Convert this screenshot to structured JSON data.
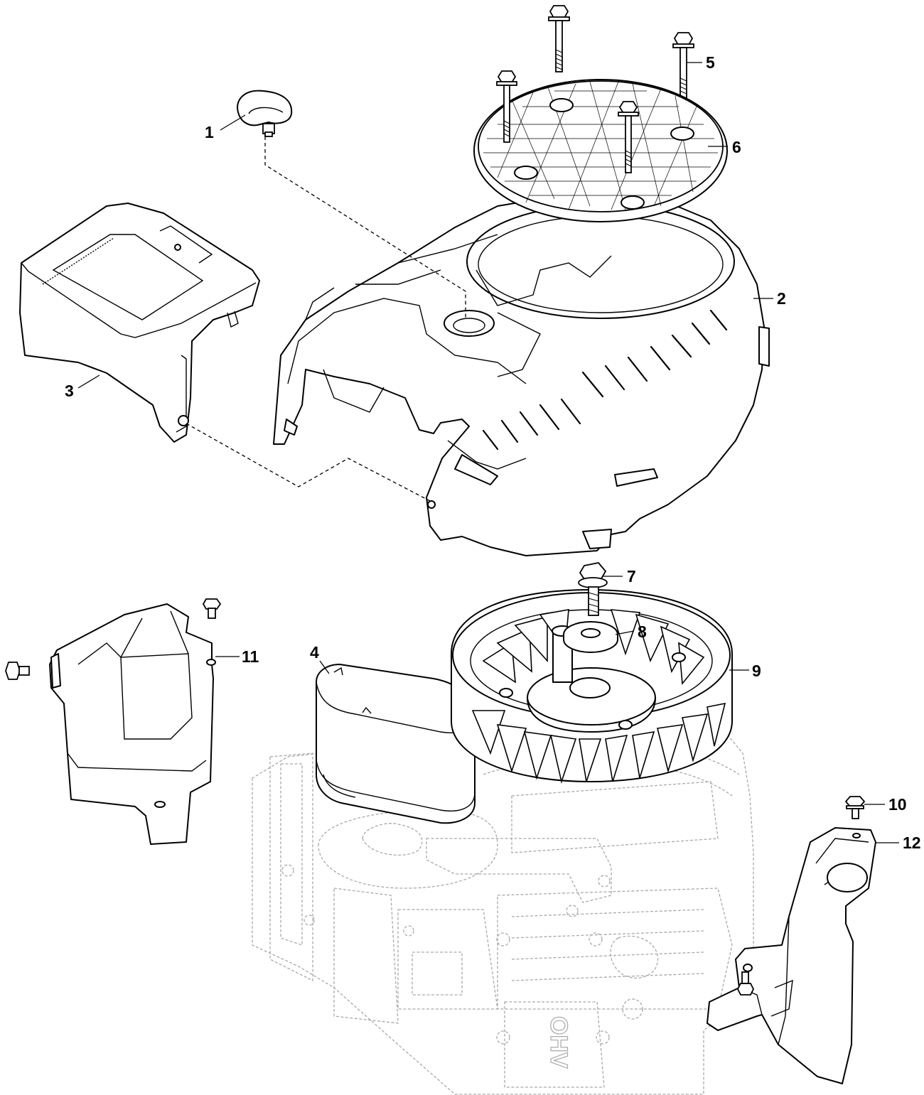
{
  "diagram": {
    "callouts": [
      {
        "id": "1",
        "label": "1"
      },
      {
        "id": "2",
        "label": "2"
      },
      {
        "id": "3",
        "label": "3"
      },
      {
        "id": "4",
        "label": "4"
      },
      {
        "id": "5",
        "label": "5"
      },
      {
        "id": "6",
        "label": "6"
      },
      {
        "id": "7",
        "label": "7"
      },
      {
        "id": "8",
        "label": "8"
      },
      {
        "id": "9",
        "label": "9"
      },
      {
        "id": "10",
        "label": "10"
      },
      {
        "id": "11",
        "label": "11"
      },
      {
        "id": "12",
        "label": "12"
      }
    ],
    "engine_marking": "OHV"
  }
}
